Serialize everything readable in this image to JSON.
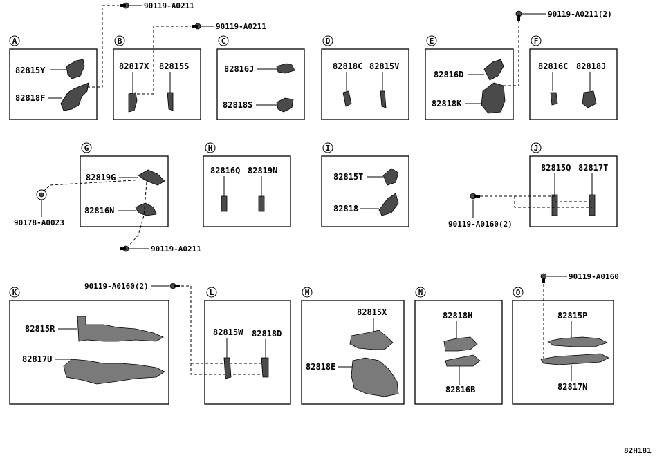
{
  "sections": [
    {
      "letter": "A",
      "parts": [
        "82815Y",
        "82818F"
      ]
    },
    {
      "letter": "B",
      "parts": [
        "82817X",
        "82815S"
      ]
    },
    {
      "letter": "C",
      "parts": [
        "82816J",
        "82818S"
      ]
    },
    {
      "letter": "D",
      "parts": [
        "82818C",
        "82815V"
      ]
    },
    {
      "letter": "E",
      "parts": [
        "82816D",
        "82818K"
      ]
    },
    {
      "letter": "F",
      "parts": [
        "82816C",
        "82818J"
      ]
    },
    {
      "letter": "G",
      "parts": [
        "82819G",
        "82816N"
      ]
    },
    {
      "letter": "H",
      "parts": [
        "82816Q",
        "82819N"
      ]
    },
    {
      "letter": "I",
      "parts": [
        "82815T",
        "82818"
      ]
    },
    {
      "letter": "J",
      "parts": [
        "82815Q",
        "82817T"
      ]
    },
    {
      "letter": "K",
      "parts": [
        "82815R",
        "82817U"
      ]
    },
    {
      "letter": "L",
      "parts": [
        "82815W",
        "82818D"
      ]
    },
    {
      "letter": "M",
      "parts": [
        "82815X",
        "82818E"
      ]
    },
    {
      "letter": "N",
      "parts": [
        "82818H",
        "82816B"
      ]
    },
    {
      "letter": "O",
      "parts": [
        "82815P",
        "82817N"
      ]
    }
  ],
  "fasteners": [
    "90119-A0211",
    "90119-A0211",
    "90119-A0211(2)",
    "90178-A0023",
    "90119-A0211",
    "90119-A0160(2)",
    "90119-A0160(2)",
    "90119-A0160"
  ],
  "diagram_code": "82H181"
}
